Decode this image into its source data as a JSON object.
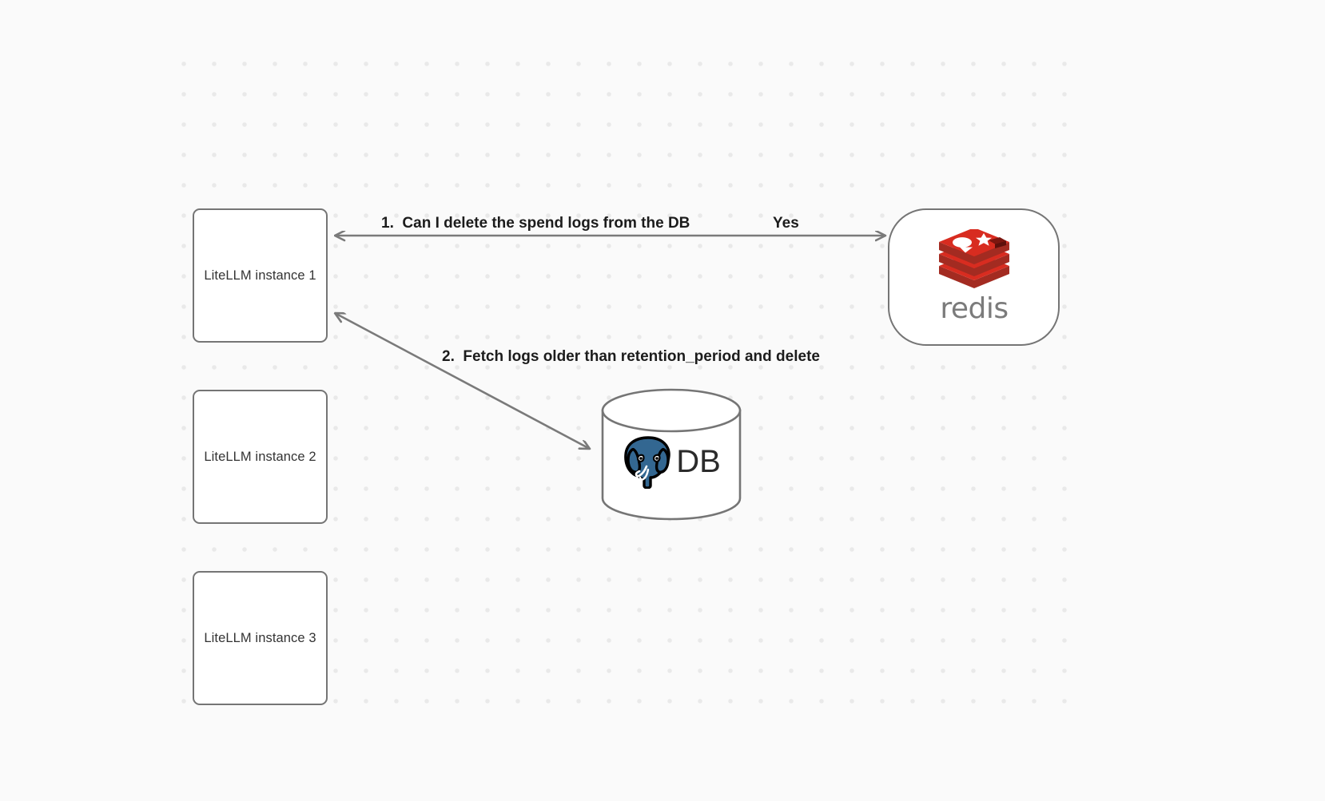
{
  "diagram": {
    "type": "flow-diagram",
    "background_color": "#fafafa",
    "grid_dot_color": "#e9e9e9",
    "node_border_color": "#757575",
    "node_fill_color": "#ffffff",
    "edge_color": "#7a7a7a",
    "label_text_color": "#1c1c1c",
    "nodes": [
      {
        "id": "instance-1",
        "label": "LiteLLM instance 1",
        "shape": "rounded-rect"
      },
      {
        "id": "instance-2",
        "label": "LiteLLM instance 2",
        "shape": "rounded-rect"
      },
      {
        "id": "instance-3",
        "label": "LiteLLM instance 3",
        "shape": "rounded-rect"
      },
      {
        "id": "redis",
        "label": "redis",
        "shape": "stadium",
        "icon": "redis-logo-icon",
        "brand_color": "#d82c20"
      },
      {
        "id": "db",
        "label": "DB",
        "shape": "cylinder",
        "icon": "postgresql-elephant-icon",
        "brand_color": "#336791"
      }
    ],
    "edges": [
      {
        "id": "edge-1",
        "from": "instance-1",
        "to": "redis",
        "label": "1.  Can I delete the spend logs from the DB",
        "reply_label": "Yes",
        "direction": "bidirectional"
      },
      {
        "id": "edge-2",
        "from": "db",
        "to": "instance-1",
        "label": "2.  Fetch logs older than retention_period and delete",
        "direction": "to-instance"
      }
    ]
  }
}
